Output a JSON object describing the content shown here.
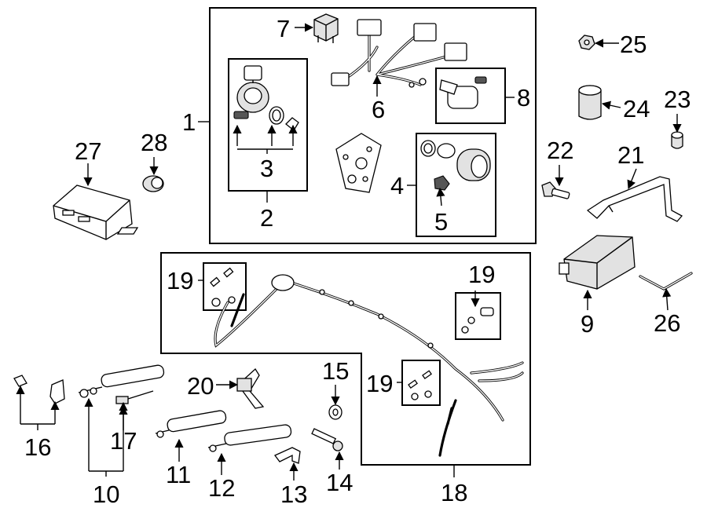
{
  "callouts": {
    "c1": "1",
    "c2": "2",
    "c3": "3",
    "c4": "4",
    "c5": "5",
    "c6": "6",
    "c7": "7",
    "c8": "8",
    "c9": "9",
    "c10": "10",
    "c11": "11",
    "c12": "12",
    "c13": "13",
    "c14": "14",
    "c15": "15",
    "c16": "16",
    "c17": "17",
    "c18": "18",
    "c19a": "19",
    "c19b": "19",
    "c19c": "19",
    "c20": "20",
    "c21": "21",
    "c22": "22",
    "c23": "23",
    "c24": "24",
    "c25": "25",
    "c26": "26",
    "c27": "27",
    "c28": "28"
  }
}
